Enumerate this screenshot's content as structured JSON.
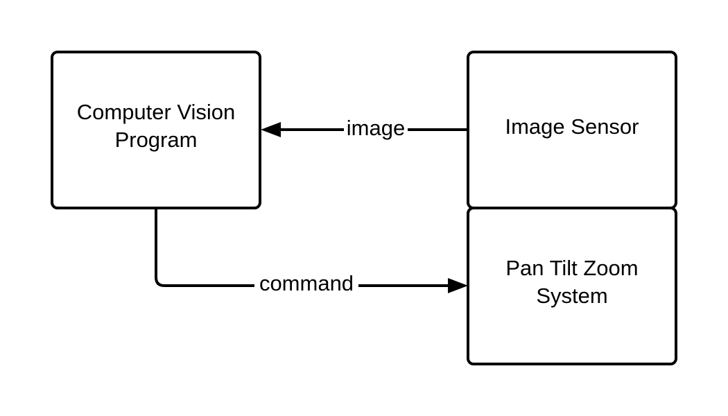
{
  "nodes": {
    "computer_vision": {
      "line1": "Computer Vision",
      "line2": "Program"
    },
    "image_sensor": {
      "line1": "Image Sensor"
    },
    "ptz": {
      "line1": "Pan Tilt Zoom",
      "line2": "System"
    }
  },
  "edges": {
    "image": {
      "label": "image",
      "from": "Image Sensor",
      "to": "Computer Vision Program"
    },
    "command": {
      "label": "command",
      "from": "Computer Vision Program",
      "to": "Pan Tilt Zoom System"
    }
  },
  "colors": {
    "stroke": "#000000",
    "background": "#ffffff"
  }
}
